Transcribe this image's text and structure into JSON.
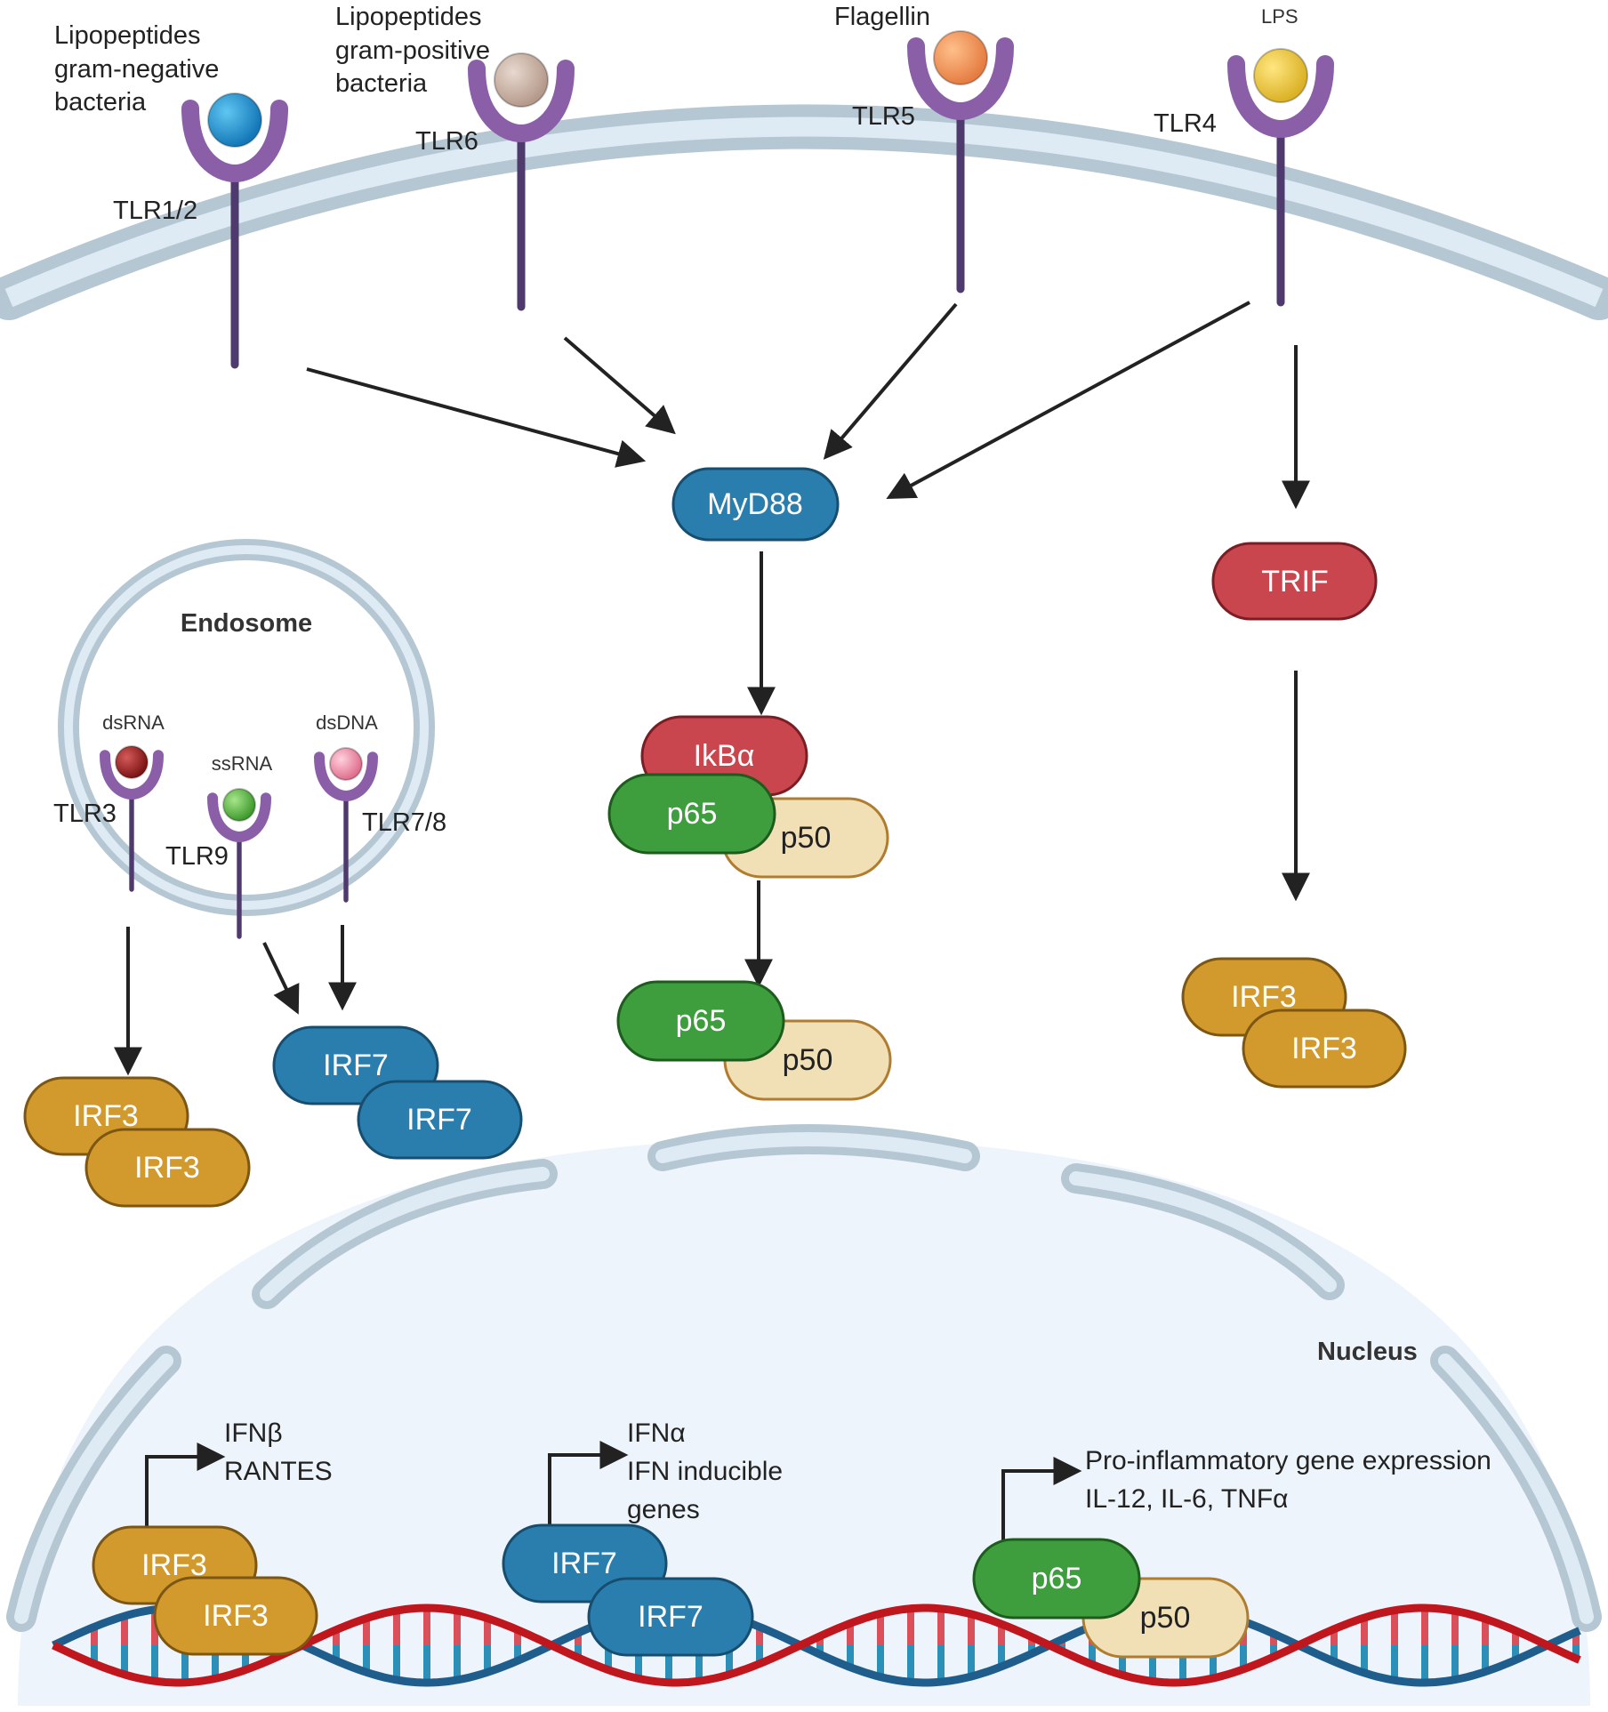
{
  "receptors": {
    "tlr12": {
      "label": "TLR1/2",
      "ligand": [
        "Lipopeptides",
        "gram-negative",
        "bacteria"
      ]
    },
    "tlr6": {
      "label": "TLR6",
      "ligand": [
        "Lipopeptides",
        "gram-positive",
        "bacteria"
      ]
    },
    "tlr5": {
      "label": "TLR5",
      "ligand": [
        "Flagellin"
      ]
    },
    "tlr4": {
      "label": "TLR4",
      "ligand": [
        "LPS"
      ]
    }
  },
  "endosome": {
    "title": "Endosome",
    "tlr3": {
      "label": "TLR3",
      "ligand": "dsRNA"
    },
    "tlr9": {
      "label": "TLR9",
      "ligand": "ssRNA"
    },
    "tlr78": {
      "label": "TLR7/8",
      "ligand": "dsDNA"
    }
  },
  "adaptors": {
    "myd88": "MyD88",
    "trif": "TRIF"
  },
  "nfkb": {
    "ikba": "IkBα",
    "p65": "p65",
    "p50": "p50"
  },
  "irf": {
    "irf3": "IRF3",
    "irf7": "IRF7"
  },
  "nucleus": {
    "title": "Nucleus",
    "genes_irf3": [
      "IFNβ",
      "RANTES"
    ],
    "genes_irf7": [
      "IFNα",
      "IFN inducible",
      "genes"
    ],
    "genes_nfkb": [
      "Pro-inflammatory gene expression",
      "IL-12, IL-6, TNFα"
    ]
  },
  "colors": {
    "receptor": "#8a5fa8",
    "receptor_stem": "#4f3a6e",
    "myd88": "#2a7eae",
    "trif": "#c9464e",
    "irf3": "#d29a2c",
    "irf7": "#2a7eae",
    "p65": "#3e9e3e",
    "p50": "#f1dfb5",
    "membrane": "#b6c7d4",
    "nucleus_fill": "#eef4fb",
    "dna_red": "#c0161e",
    "dna_blue": "#1f5e8c"
  }
}
